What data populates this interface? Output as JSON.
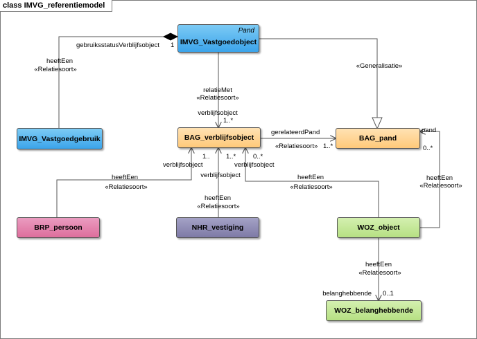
{
  "frame": {
    "title": "class IMVG_referentiemodel"
  },
  "colors": {
    "blue": "#3ba4ea",
    "blue_light": "#7ccbf5",
    "orange": "#ffc97a",
    "orange_light": "#ffe2b3",
    "pink": "#dd6e9c",
    "navy": "#7e7aa6",
    "green": "#b6e083",
    "line": "#555555"
  },
  "classes": {
    "vastgoedobject": {
      "name": "IMVG_Vastgoedobject",
      "stereotype": "Pand"
    },
    "vastgoedgebruik": {
      "name": "IMVG_Vastgoedgebruik"
    },
    "verblijfsobject": {
      "name": "BAG_verblijfsobject"
    },
    "pand": {
      "name": "BAG_pand"
    },
    "persoon": {
      "name": "BRP_persoon"
    },
    "vestiging": {
      "name": "NHR_vestiging"
    },
    "woz_object": {
      "name": "WOZ_object"
    },
    "belanghebbende": {
      "name": "WOZ_belanghebbende"
    }
  },
  "labels": {
    "gebruiksstatus_role": "gebruiksstatusVerblijfsobject",
    "gebruiksstatus_mult": "1",
    "heeftEen": "heeftEen",
    "relatiesoort": "«Relatiesoort»",
    "generalisatie": "«Generalisatie»",
    "relatieMet": "relatieMet",
    "verblijfsobject": "verblijfsobject",
    "mult_1_star": "1..*",
    "mult_0_star": "0..*",
    "mult_1_dots": "1..",
    "gerelateerdPand": "gerelateerdPand",
    "pand_role": "pand",
    "belanghebbende_role": "belanghebbende",
    "mult_0_1": "0..1"
  }
}
